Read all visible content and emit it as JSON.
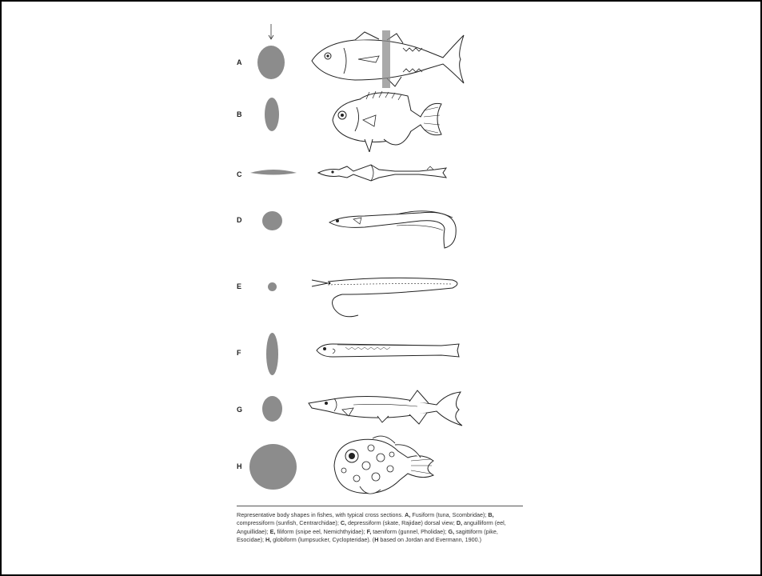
{
  "figure": {
    "rows": [
      {
        "letter": "A",
        "form": "Fusiform",
        "example": "tuna"
      },
      {
        "letter": "B",
        "form": "compressiform",
        "example": "sunfish"
      },
      {
        "letter": "C",
        "form": "depressiform",
        "example": "skate"
      },
      {
        "letter": "D",
        "form": "anguilliform",
        "example": "eel"
      },
      {
        "letter": "E",
        "form": "filiform",
        "example": "snipe eel"
      },
      {
        "letter": "F",
        "form": "taeniform",
        "example": "gunnel"
      },
      {
        "letter": "G",
        "form": "sagittiform",
        "example": "pike"
      },
      {
        "letter": "H",
        "form": "globiform",
        "example": "lumpsucker"
      }
    ],
    "section_color": "#8c8c8c"
  },
  "caption": {
    "intro": "Representative body shapes in fishes, with typical cross sections. ",
    "a_letter": "A,",
    "a_text": " Fusiform (tuna, Scombridae); ",
    "b_letter": "B,",
    "b_text": " compressiform (sunfish, Centrarchidae); ",
    "c_letter": "C,",
    "c_text": " depressiform (skate, Rajidae) dorsal view; ",
    "d_letter": "D,",
    "d_text": " anguilliform (eel, Anguillidae); ",
    "e_letter": "E,",
    "e_text": " filiform (snipe eel, Nemichthyidae); ",
    "f_letter": "F,",
    "f_text": " taeniform (gunnel, Pholidae); ",
    "g_letter": "G,",
    "g_text": " sagittiform (pike, Esocidae); ",
    "h_letter": "H,",
    "h_text": " globiform (lumpsucker, Cyclopteridae). (",
    "h_based": "H",
    "based_text": " based on Jordan and Evermann, 1900.)"
  }
}
